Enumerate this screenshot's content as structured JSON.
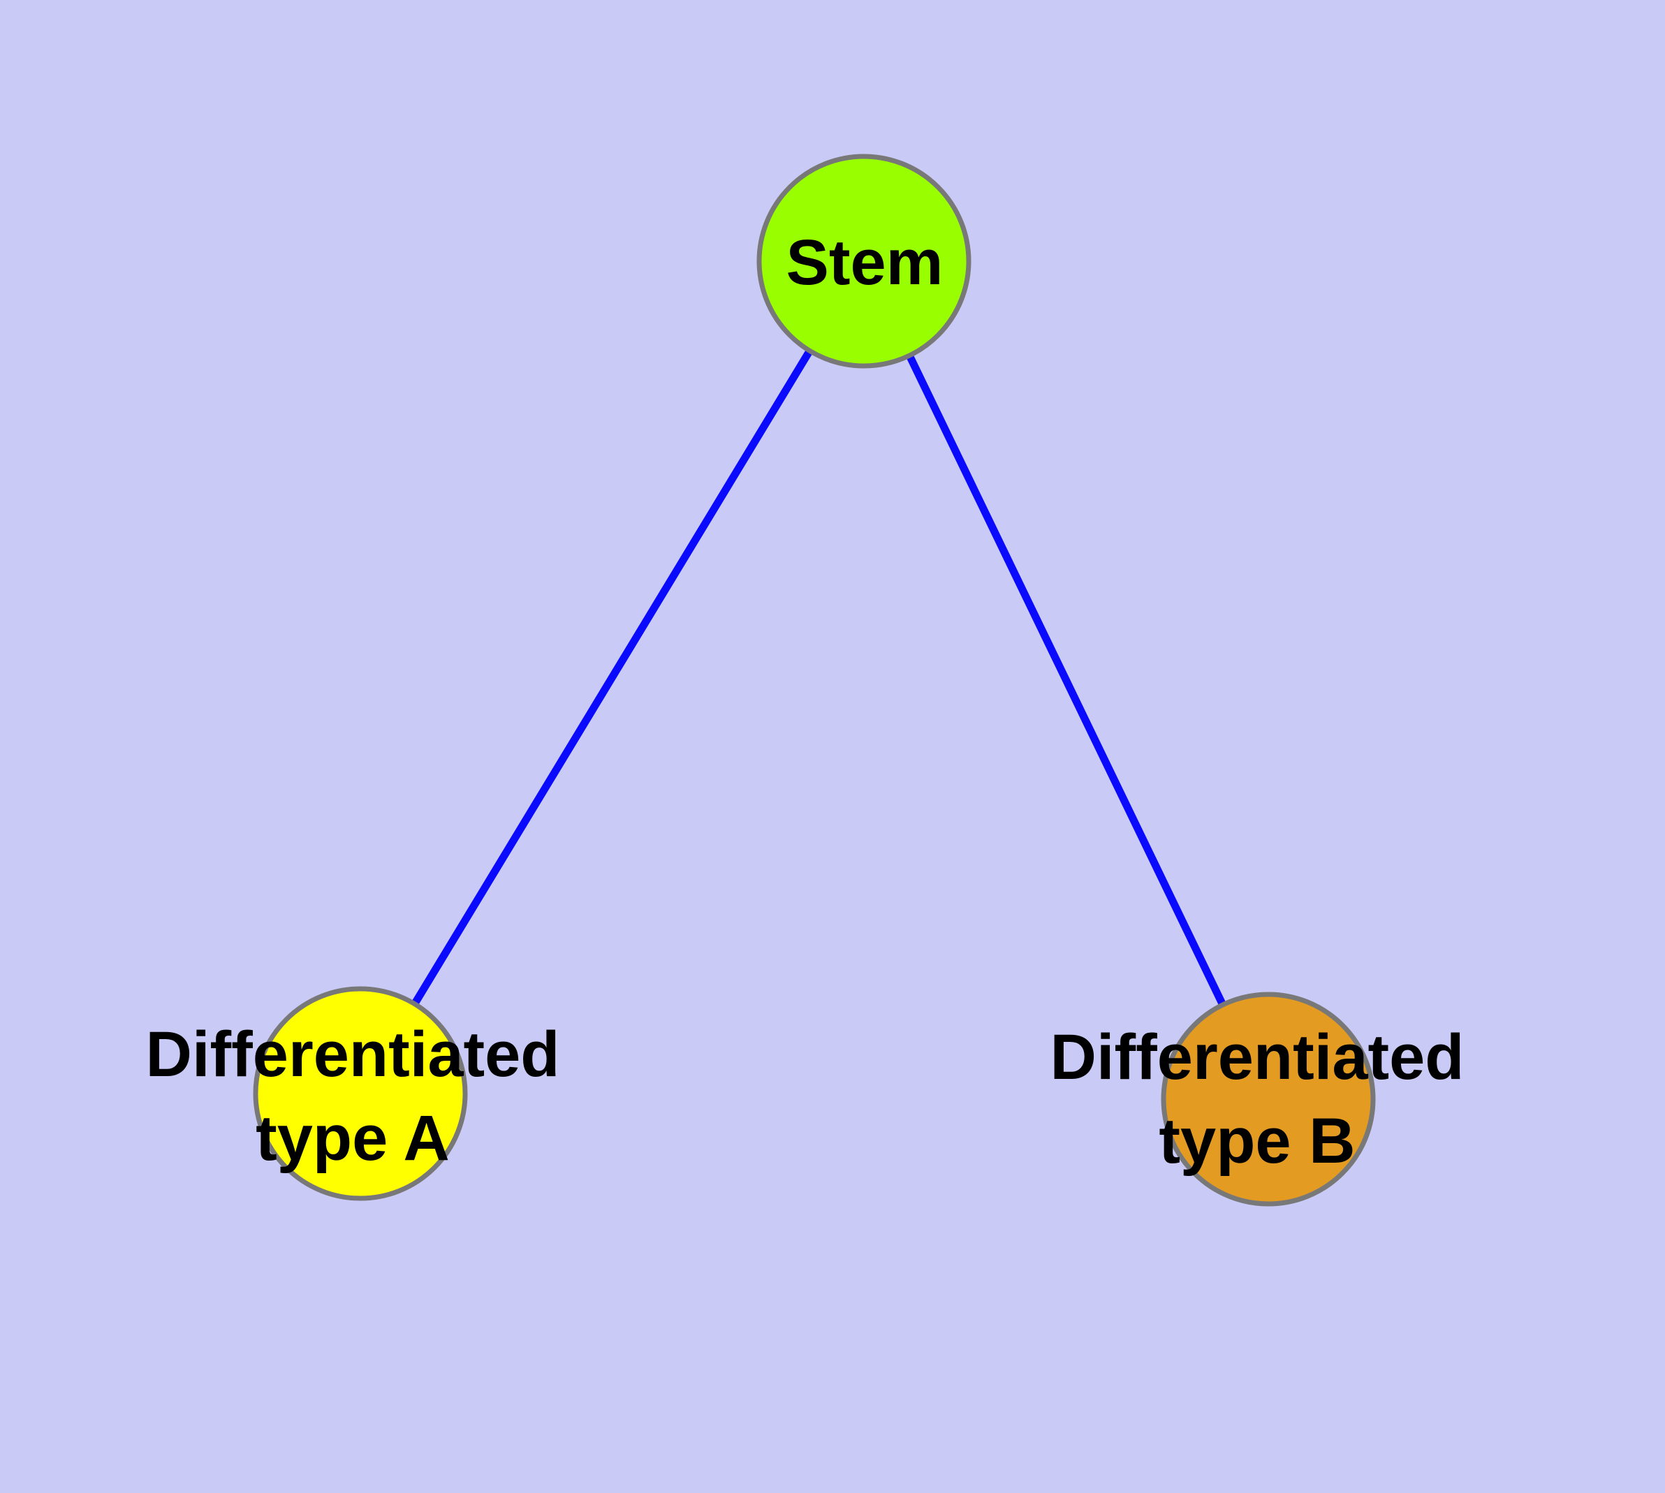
{
  "diagram": {
    "type": "graph",
    "background_color": "#CACAF7",
    "edge_color": "#0A0AFF",
    "node_stroke_color": "#787878",
    "label_color": "#000000",
    "nodes": [
      {
        "id": "stem",
        "label": "Stem",
        "lines": [
          "Stem"
        ],
        "color": "#99FF00"
      },
      {
        "id": "type-a",
        "label": "Differentiated type A",
        "lines": [
          "Differentiated",
          "type A"
        ],
        "color": "#FFFF00"
      },
      {
        "id": "type-b",
        "label": "Differentiated type B",
        "lines": [
          "Differentiated",
          "type B"
        ],
        "color": "#E49B22"
      }
    ],
    "edges": [
      {
        "from": "Stem",
        "to": "Differentiated type A"
      },
      {
        "from": "Stem",
        "to": "Differentiated type B"
      }
    ]
  }
}
